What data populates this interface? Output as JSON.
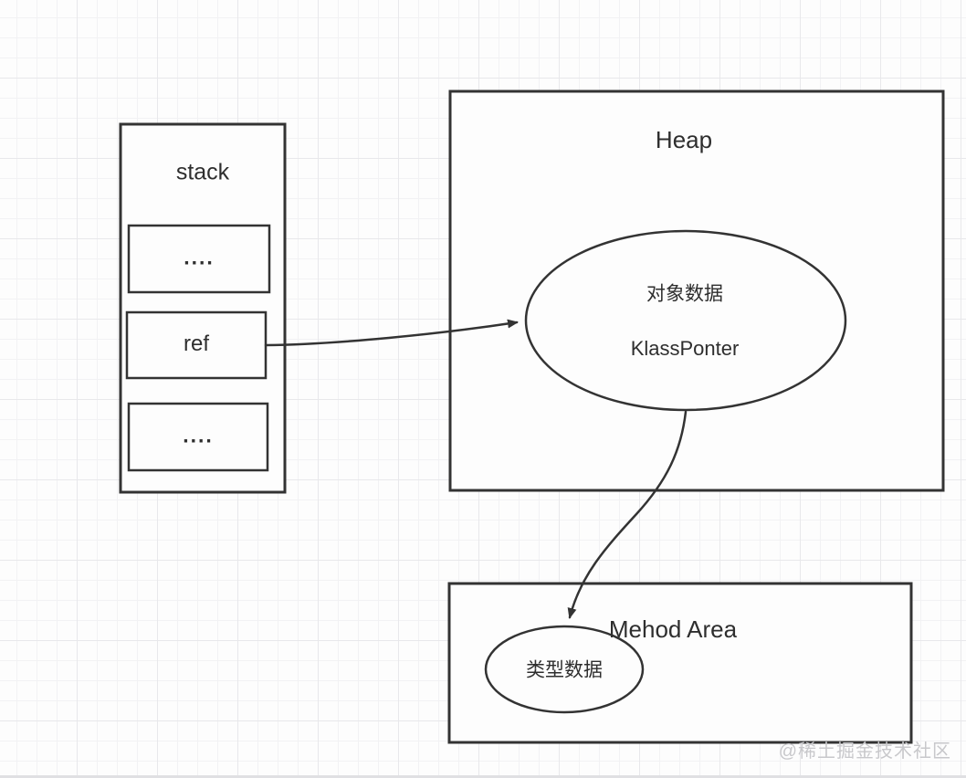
{
  "stack": {
    "title": "stack",
    "slots": [
      "....",
      "ref",
      "...."
    ]
  },
  "heap": {
    "title": "Heap",
    "object_node": {
      "line1": "对象数据",
      "line2": "KlassPonter"
    }
  },
  "method_area": {
    "title": "Mehod Area",
    "type_node": "类型数据"
  },
  "edges": [
    {
      "from": "stack-slot-ref",
      "to": "heap-object-ellipse",
      "type": "arrow"
    },
    {
      "from": "heap-object-ellipse",
      "to": "method-area-type-ellipse",
      "type": "arrow"
    }
  ],
  "watermark": "@稀土掘金技术社区",
  "colors": {
    "stroke": "#333333",
    "text": "#2e2e2e",
    "background": "#fdfdfd",
    "grid_minor": "#f2f2f4",
    "grid_major": "#e8e8eb",
    "watermark": "#c8c8cb"
  }
}
